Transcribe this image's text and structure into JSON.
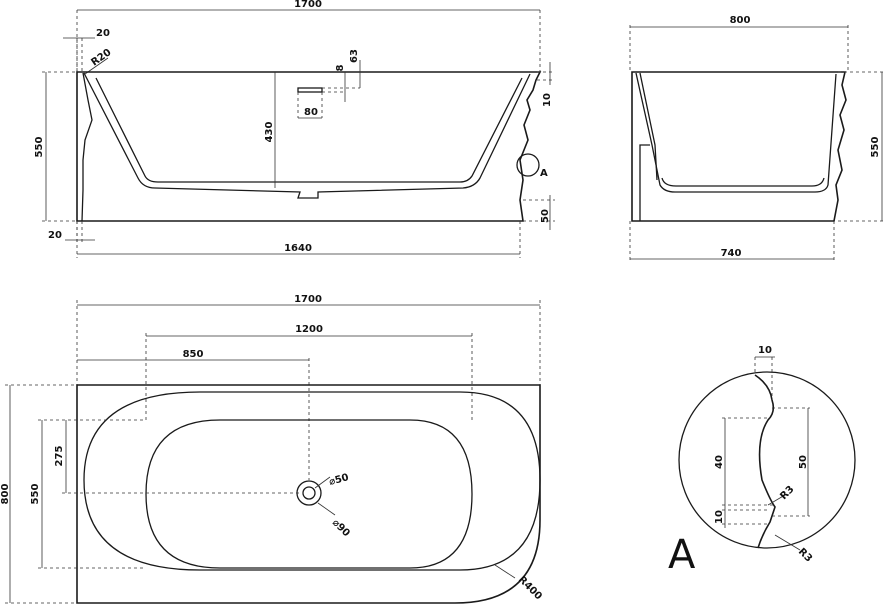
{
  "front_view": {
    "dim_length_top": "1700",
    "dim_rim_20": "20",
    "dim_radius_r20": "R20",
    "dim_8": "8",
    "dim_63": "63",
    "dim_80": "80",
    "dim_430": "430",
    "dim_10": "10",
    "dim_550": "550",
    "dim_base_20": "20",
    "dim_1640": "1640",
    "dim_50": "50",
    "detail_marker": "A"
  },
  "side_view": {
    "dim_800": "800",
    "dim_550": "550",
    "dim_740": "740"
  },
  "top_view": {
    "dim_1700": "1700",
    "dim_1200": "1200",
    "dim_850": "850",
    "dim_800": "800",
    "dim_550": "550",
    "dim_275": "275",
    "dim_drain_50": "⌀50",
    "dim_drain_90": "⌀90",
    "dim_r400": "R400"
  },
  "detail_a": {
    "title": "A",
    "dim_10_top": "10",
    "dim_40": "40",
    "dim_50": "50",
    "dim_r3_inner": "R3",
    "dim_10_bottom": "10",
    "dim_r3_outer": "R3"
  }
}
